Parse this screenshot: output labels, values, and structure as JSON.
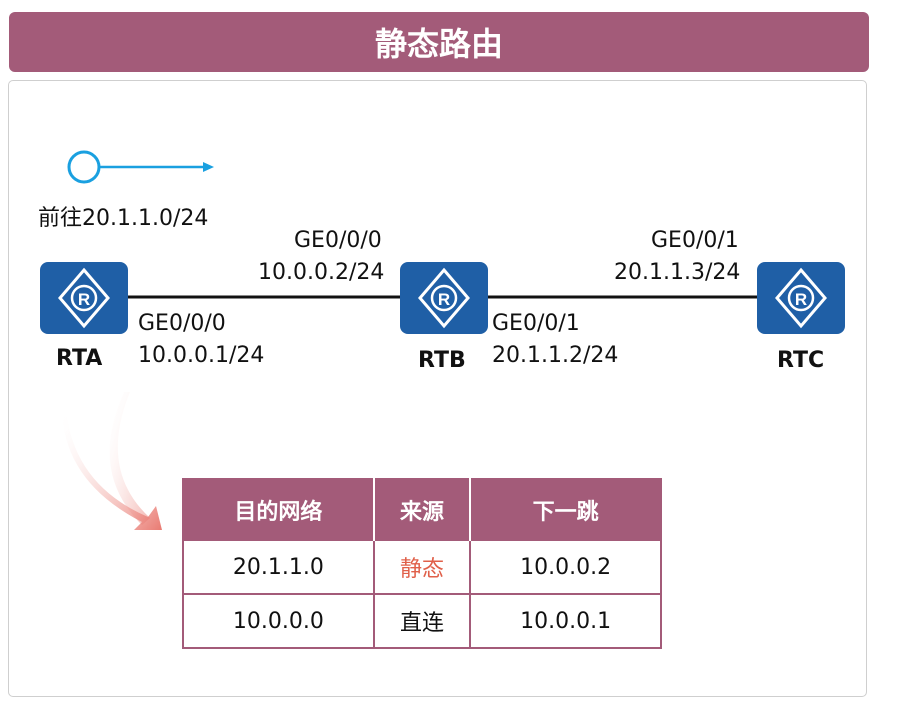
{
  "title": "静态路由",
  "legend": {
    "destination_label": "前往20.1.1.0/24"
  },
  "routers": [
    {
      "name": "RTA"
    },
    {
      "name": "RTB"
    },
    {
      "name": "RTC"
    }
  ],
  "interfaces": {
    "rta_ge000": {
      "port": "GE0/0/0",
      "ip": "10.0.0.1/24"
    },
    "rtb_ge000": {
      "port": "GE0/0/0",
      "ip": "10.0.0.2/24"
    },
    "rtb_ge001": {
      "port": "GE0/0/1",
      "ip": "20.1.1.2/24"
    },
    "rtc_ge001": {
      "port": "GE0/0/1",
      "ip": "20.1.1.3/24"
    }
  },
  "routing_table": {
    "headers": [
      "目的网络",
      "来源",
      "下一跳"
    ],
    "rows": [
      [
        "20.1.1.0",
        "静态",
        "10.0.0.2"
      ],
      [
        "10.0.0.0",
        "直连",
        "10.0.0.1"
      ]
    ]
  },
  "colors": {
    "accent": "#a35b79",
    "router": "#1f5fa6",
    "static_text": "#e0604a",
    "legend_arrow": "#1aa0e0"
  }
}
